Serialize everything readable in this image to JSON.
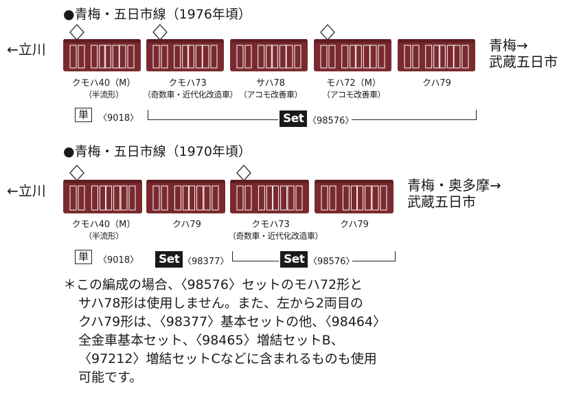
{
  "colors": {
    "car_body": "#7a2a2e",
    "car_line": "#ffffff",
    "ink": "#1a1a1a"
  },
  "section1": {
    "title": "●青梅・五日市線（1976年頃）",
    "left_direction": "←立川",
    "right_direction": [
      "青梅→",
      "武蔵五日市"
    ],
    "cars": [
      {
        "name": "クモハ40（M）",
        "sub": "（半流形）",
        "pantograph": true
      },
      {
        "name": "クモハ73",
        "sub": "（奇数車・近代化改造車）",
        "pantograph": true
      },
      {
        "name": "サハ78",
        "sub": "（アコモ改善車）",
        "pantograph": false
      },
      {
        "name": "モハ72（M）",
        "sub": "（アコモ改善車）",
        "pantograph": true
      },
      {
        "name": "クハ79",
        "sub": "",
        "pantograph": false
      }
    ],
    "single_badge": "単",
    "single_code": "〈9018〉",
    "set_badge": "Set",
    "set_code": "〈98576〉"
  },
  "section2": {
    "title": "●青梅・五日市線（1970年頃）",
    "left_direction": "←立川",
    "right_direction": [
      "青梅・奥多摩→",
      "武蔵五日市"
    ],
    "cars": [
      {
        "name": "クモハ40（M）",
        "sub": "（半流形）",
        "pantograph": true
      },
      {
        "name": "クハ79",
        "sub": "",
        "pantograph": false
      },
      {
        "name": "クモハ73",
        "sub": "（奇数車・近代化改造車）",
        "pantograph": true
      },
      {
        "name": "クハ79",
        "sub": "",
        "pantograph": false
      }
    ],
    "single_badge": "単",
    "single_code": "〈9018〉",
    "set1_badge": "Set",
    "set1_code": "〈98377〉",
    "set2_badge": "Set",
    "set2_code": "〈98576〉"
  },
  "note": [
    "＊この編成の場合、〈98576〉セットのモハ72形と",
    "サハ78形は使用しません。また、左から2両目の",
    "クハ79形は、〈98377〉基本セットの他、〈98464〉",
    "全金車基本セット、〈98465〉増結セットB、",
    "〈97212〉増結セットCなどに含まれるものも使用",
    "可能です。"
  ]
}
